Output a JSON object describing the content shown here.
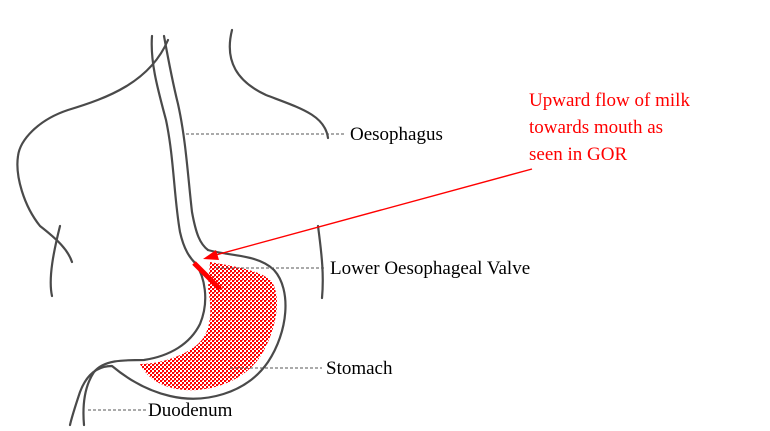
{
  "labels": {
    "oesophagus": "Oesophagus",
    "lower_valve": "Lower Oesophageal Valve",
    "stomach": "Stomach",
    "duodenum": "Duodenum"
  },
  "callout": {
    "lines": [
      "Upward flow of milk",
      "towards mouth as",
      "seen in GOR"
    ]
  },
  "colors": {
    "callout_text": "#ff0000",
    "arrow": "#ff0000",
    "stomach_fill": "#ff0000",
    "outline": "#4a4a4a"
  }
}
